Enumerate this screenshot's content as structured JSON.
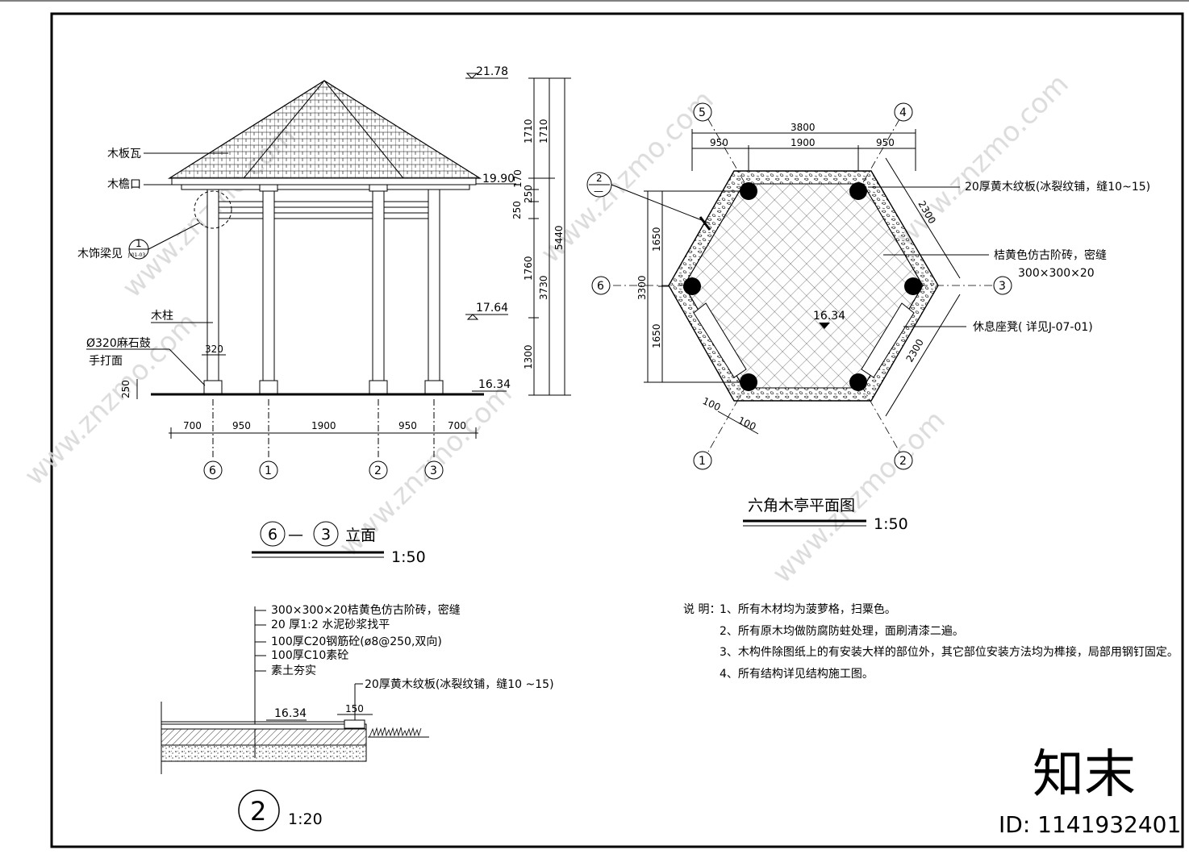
{
  "elevation": {
    "title_left_axis": "6",
    "title_dash": "—",
    "title_right_axis": "3",
    "title_suffix": "立面",
    "scale": "1:50",
    "labels": {
      "roof_tile": "木板瓦",
      "eave": "木檐口",
      "beam": "木饰梁见",
      "beam_ref_num": "1",
      "beam_ref_sheet": "J-01-03",
      "column": "木柱",
      "drum": "Ø320麻石鼓",
      "drum_finish": "手打面"
    },
    "levels": {
      "top": "21.78",
      "eave": "19.90",
      "mid": "17.64",
      "ground": "16.34"
    },
    "right_dims": {
      "d1": "1710",
      "d2": "1710",
      "d3": "170",
      "d4": "250",
      "d5": "250",
      "d6": "1760",
      "d7": "3730",
      "d8": "1300",
      "d9": "5440"
    },
    "left_dims": {
      "base": "250",
      "drum_w": "320"
    },
    "bottom_dims": {
      "a": "700",
      "b": "950",
      "c": "1900",
      "d": "950",
      "e": "700"
    },
    "axes": [
      "6",
      "1",
      "2",
      "3"
    ]
  },
  "plan": {
    "title": "六角木亭平面图",
    "scale": "1:50",
    "top_dims": {
      "total": "3800",
      "left": "950",
      "mid": "1900",
      "right": "950"
    },
    "left_dims": {
      "total": "3300",
      "upper": "1650",
      "lower": "1650"
    },
    "side_dims": {
      "upper": "2300",
      "lower": "2300"
    },
    "bottom_dims": {
      "a": "100",
      "b": "100"
    },
    "level": "16.34",
    "section_mark": {
      "num": "2",
      "sheet": "—"
    },
    "axes": {
      "a5": "5",
      "a4": "4",
      "a6": "6",
      "a3": "3",
      "a1": "1",
      "a2": "2"
    },
    "notes": {
      "n1": "20厚黄木纹板(冰裂纹铺，缝10~15)",
      "n2": "桔黄色仿古阶砖，密缝",
      "n2b": "300×300×20",
      "n3": "休息座凳( 详见J-07-01)"
    }
  },
  "section": {
    "num": "2",
    "scale": "1:20",
    "layers": [
      "300×300×20桔黄色仿古阶砖，密缝",
      "20 厚1:2 水泥砂浆找平",
      "100厚C20钢筋砼(ø8@250,双向)",
      "100厚C10素砼",
      "素土夯实"
    ],
    "wood_note": "20厚黄木纹板(冰裂纹铺，缝10 ~15)",
    "level": "16.34",
    "dim": "150"
  },
  "notes": {
    "label": "说 明：",
    "items": [
      "1、所有木材均为菠萝格，扫粟色。",
      "2、所有原木均做防腐防蛀处理，面刷清漆二遍。",
      "3、木构件除图纸上的有安装大样的部位外，其它部位安装方法均为榫接，局部用钢钉固定。",
      "4、所有结构详见结构施工图。"
    ]
  },
  "watermark": {
    "site": "www.znzmo.com",
    "brand": "知末",
    "id": "ID: 1141932401"
  }
}
